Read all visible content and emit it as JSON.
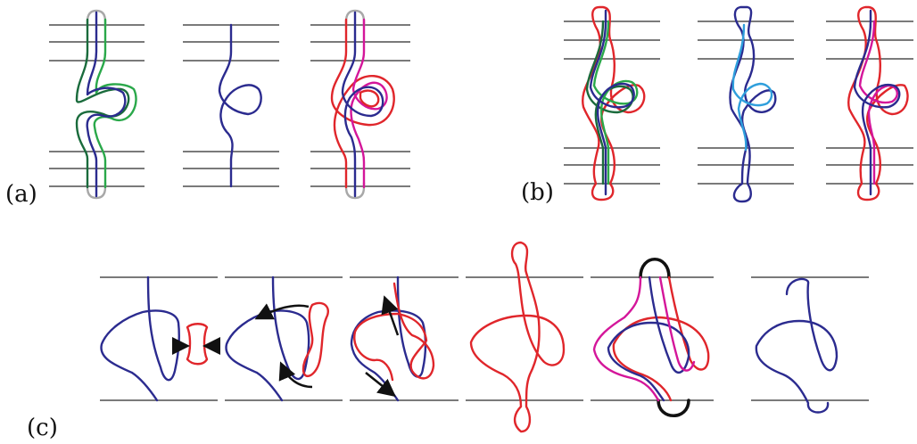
{
  "panels": {
    "a": {
      "label": "(a)"
    },
    "b": {
      "label": "(b)"
    },
    "c": {
      "label": "(c)"
    }
  },
  "colors": {
    "navy": "#2b2b8f",
    "green_dark": "#1a6b3c",
    "green_light": "#2aa84a",
    "red": "#e0262b",
    "magenta": "#d4169a",
    "grey": "#a8a8a8",
    "cyan": "#2f9fdc",
    "black": "#111111"
  },
  "icons": [
    "arrow-icon"
  ]
}
